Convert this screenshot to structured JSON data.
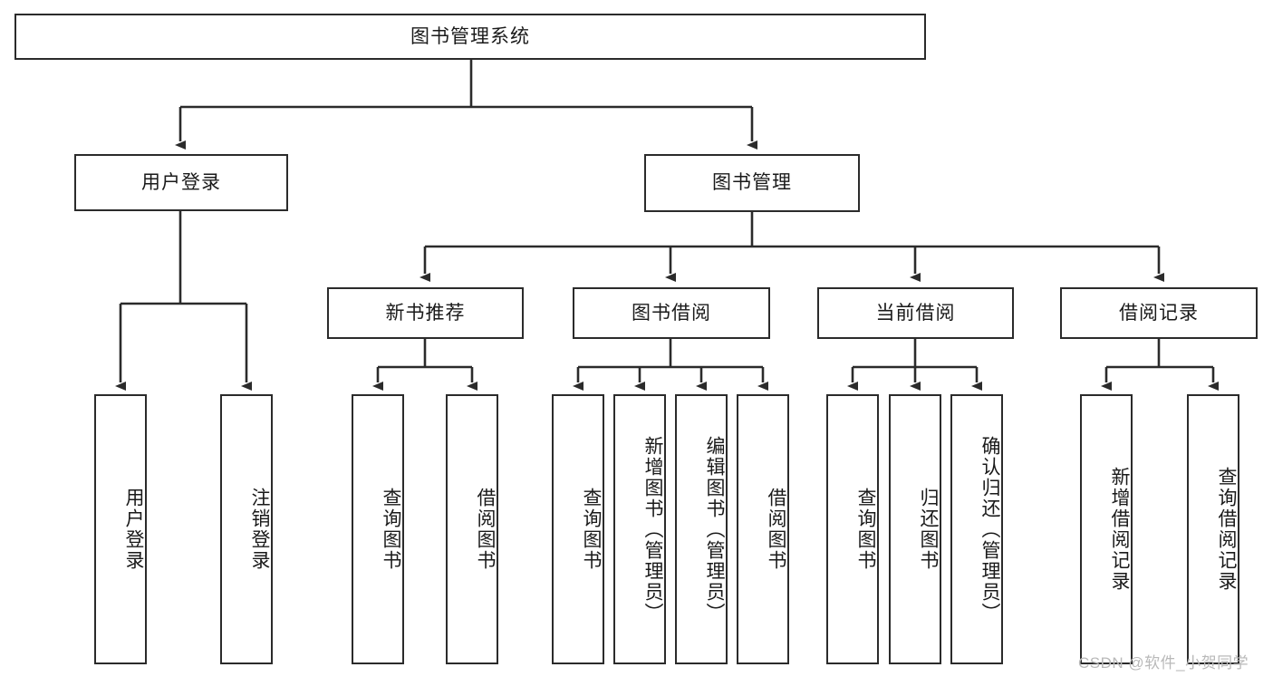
{
  "diagram": {
    "title": "图书管理系统",
    "type": "hierarchy-tree",
    "orientation": "top-down",
    "root": {
      "label": "图书管理系统"
    },
    "level2": [
      {
        "label": "用户登录"
      },
      {
        "label": "图书管理"
      }
    ],
    "level3": [
      {
        "label": "新书推荐"
      },
      {
        "label": "图书借阅"
      },
      {
        "label": "当前借阅"
      },
      {
        "label": "借阅记录"
      }
    ],
    "leaves": {
      "user_login": [
        {
          "label": "用户登录"
        },
        {
          "label": "注销登录"
        }
      ],
      "new_book_recommend": [
        {
          "label": "查询图书"
        },
        {
          "label": "借阅图书"
        }
      ],
      "book_borrow": [
        {
          "label": "查询图书"
        },
        {
          "label": "新增图书（管理员）"
        },
        {
          "label": "编辑图书（管理员）"
        },
        {
          "label": "借阅图书"
        }
      ],
      "current_borrow": [
        {
          "label": "查询图书"
        },
        {
          "label": "归还图书"
        },
        {
          "label": "确认归还（管理员）"
        }
      ],
      "borrow_record": [
        {
          "label": "新增借阅记录"
        },
        {
          "label": "查询借阅记录"
        }
      ]
    }
  },
  "watermark": {
    "text": "CSDN @软件_小贺同学"
  },
  "colors": {
    "stroke": "#2b2b2b",
    "box_fill": "#ffffff",
    "text": "#1a1a1a",
    "watermark": "#b9b9b9"
  }
}
